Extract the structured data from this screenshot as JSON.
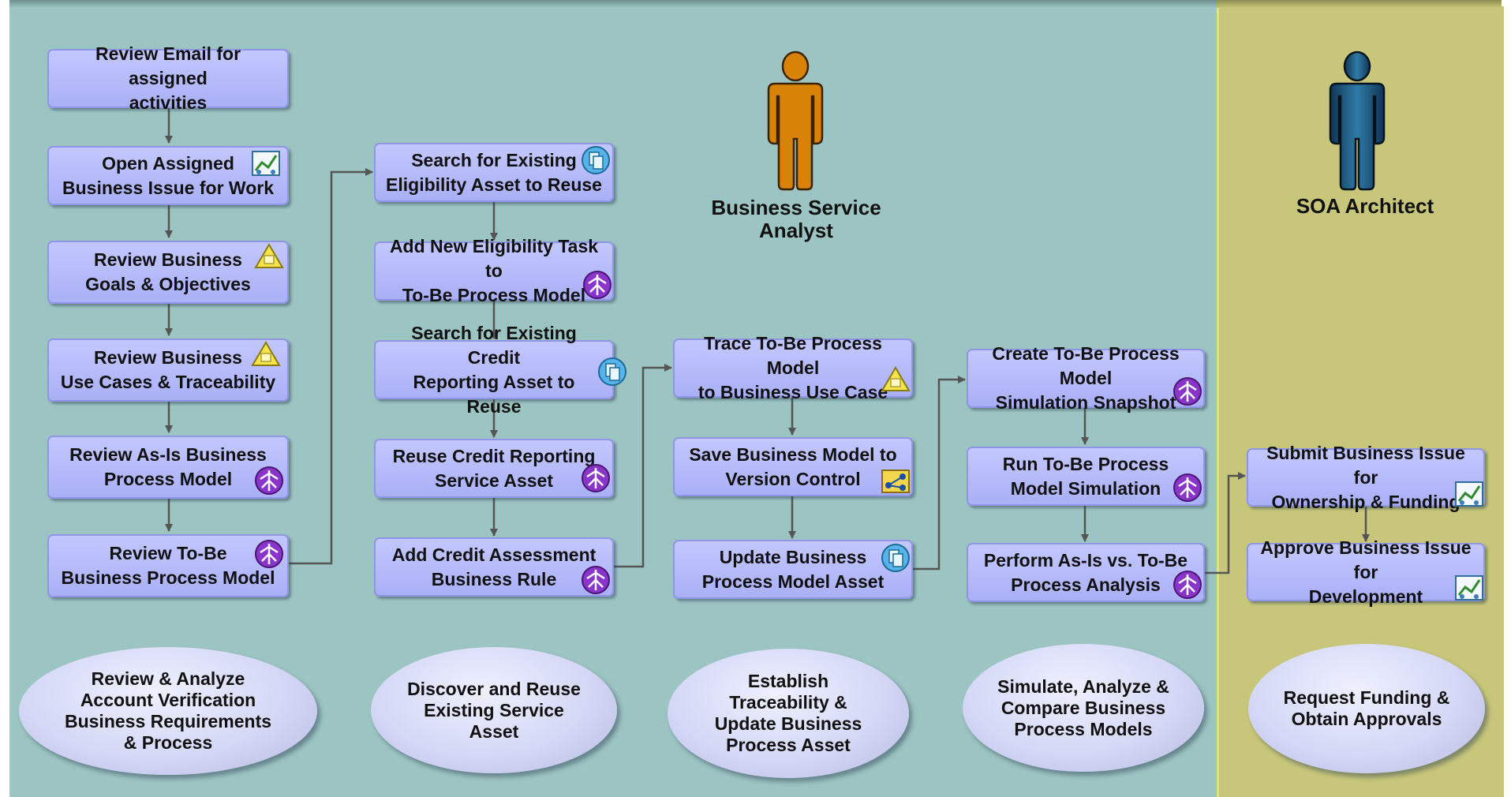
{
  "roles": {
    "analyst": "Business Service\nAnalyst",
    "architect": "SOA Architect"
  },
  "tasks": {
    "c1": [
      "Review Email for assigned\nactivities",
      "Open Assigned\nBusiness Issue for Work",
      "Review Business\nGoals & Objectives",
      "Review Business\nUse Cases & Traceability",
      "Review As-Is Business\nProcess Model",
      "Review To-Be\nBusiness Process Model"
    ],
    "c2": [
      "Search for Existing\nEligibility Asset to Reuse",
      "Add New Eligibility Task to\nTo-Be Process Model",
      "Search for Existing Credit\nReporting Asset to Reuse",
      "Reuse Credit Reporting\nService Asset",
      "Add Credit Assessment\nBusiness Rule"
    ],
    "c3": [
      "Trace To-Be Process Model\nto Business Use Case",
      "Save Business Model to\nVersion Control",
      "Update Business\nProcess Model Asset"
    ],
    "c4": [
      "Create To-Be Process Model\nSimulation Snapshot",
      "Run To-Be Process\nModel Simulation",
      "Perform As-Is vs. To-Be\nProcess Analysis"
    ],
    "c5": [
      "Submit Business Issue for\nOwnership & Funding",
      "Approve Business Issue for\nDevelopment"
    ]
  },
  "phases": [
    "Review & Analyze\nAccount Verification\nBusiness Requirements\n& Process",
    "Discover and Reuse\nExisting Service\nAsset",
    "Establish\nTraceability &\nUpdate Business\nProcess Asset",
    "Simulate, Analyze &\nCompare  Business\nProcess Models",
    "Request Funding &\nObtain Approvals"
  ],
  "colors": {
    "lane_analyst": "#9cc4c2",
    "lane_architect": "#c7c67a",
    "task_fill": "#b4b9fa",
    "analyst_figure": "#d98208",
    "architect_figure": "#1c4f7a",
    "connector": "#555555"
  },
  "icons": {
    "c1": [
      "",
      "dashboard-icon",
      "requirements-icon",
      "requirements-icon",
      "process-model-icon",
      "process-model-icon"
    ],
    "c2": [
      "asset-search-icon",
      "process-model-icon",
      "asset-search-icon",
      "process-model-icon",
      "process-model-icon"
    ],
    "c3": [
      "requirements-icon",
      "version-control-icon",
      "asset-search-icon"
    ],
    "c4": [
      "process-model-icon",
      "process-model-icon",
      "process-model-icon"
    ],
    "c5": [
      "dashboard-icon",
      "dashboard-icon"
    ]
  }
}
